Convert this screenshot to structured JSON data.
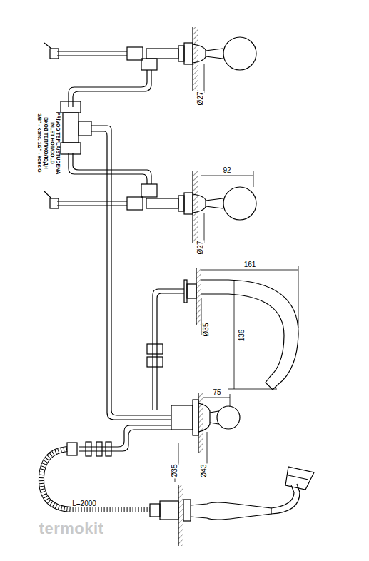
{
  "diagram": {
    "labels": [
      "PŘÍVOD TEPLÁ/STUDENÁ",
      "INLET HOT/COLD",
      "ВХОД ТЕПЛ/ХОЛОДН",
      "3/8\" - konc. 1/2\" - konc.G",
      "Ø27",
      "92",
      "Ø27",
      "161",
      "Ø35",
      "136",
      "75",
      "Ø35",
      "Ø43",
      "L=2000",
      "termokit"
    ]
  }
}
